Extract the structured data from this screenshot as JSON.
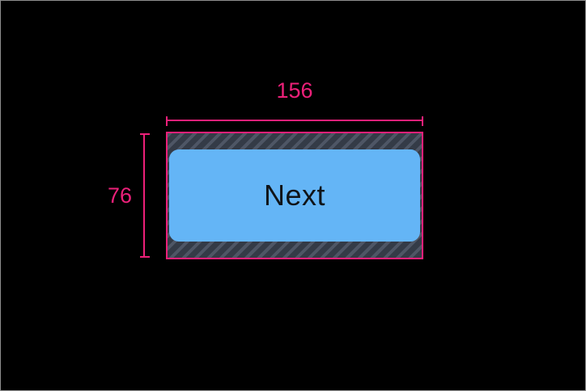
{
  "canvas": {
    "background": "#000000",
    "border_color": "#8f8f8f"
  },
  "measurements": {
    "width_label": "156",
    "height_label": "76"
  },
  "button": {
    "label": "Next"
  },
  "colors": {
    "accent": "#EC2079",
    "canvas-bg": "#000000",
    "canvas-border": "#8f8f8f",
    "hatch-base": "#343B47",
    "hatch-stripe": "#4E5665",
    "button-fill": "#64B5F6",
    "button-text": "#101418"
  }
}
